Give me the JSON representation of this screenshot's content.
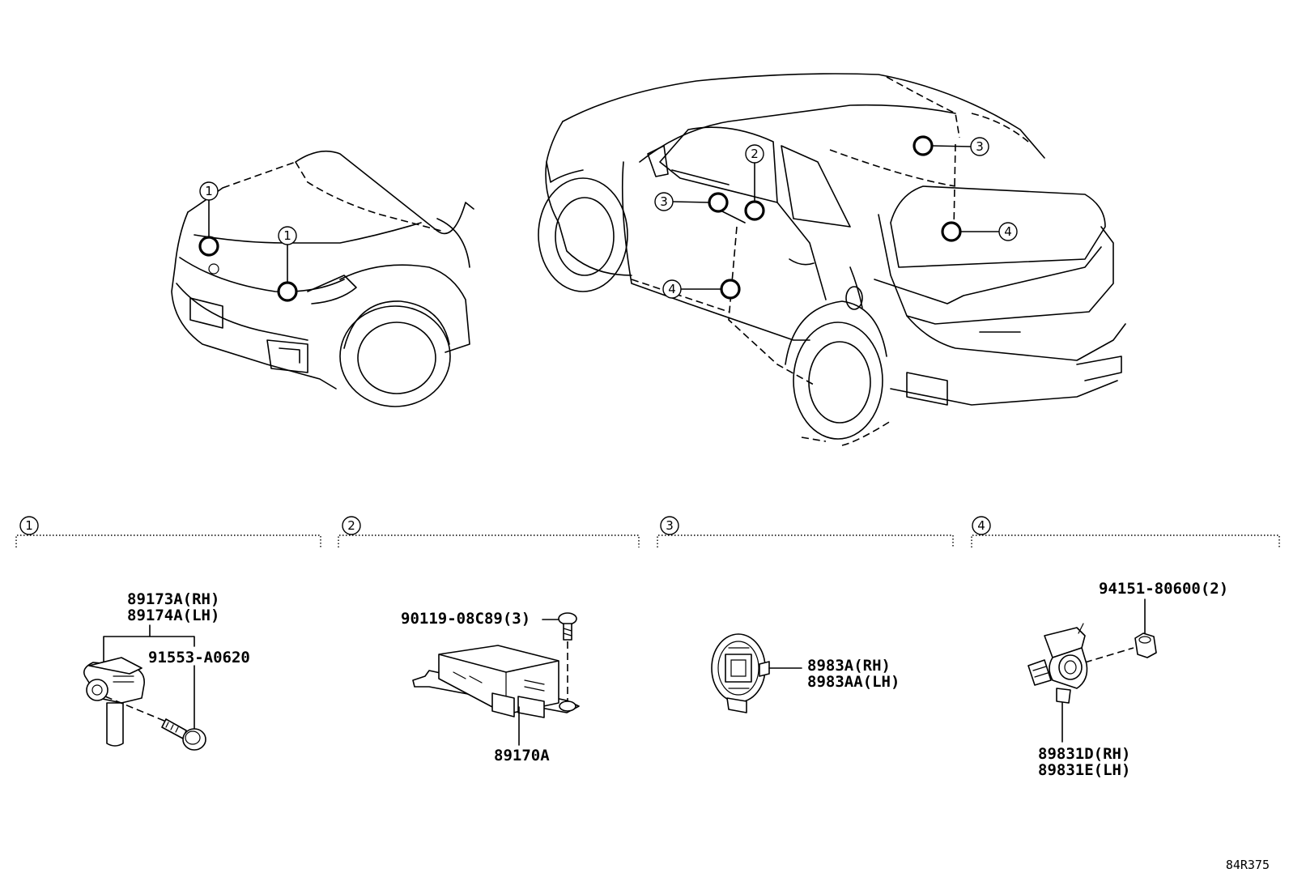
{
  "callouts": {
    "c1": "1",
    "c2": "2",
    "c3": "3",
    "c4": "4"
  },
  "sections": {
    "s1": {
      "number": "1"
    },
    "s2": {
      "number": "2"
    },
    "s3": {
      "number": "3"
    },
    "s4": {
      "number": "4"
    }
  },
  "parts": {
    "front_sensor_rh": "89173A(RH)",
    "front_sensor_lh": "89174A(LH)",
    "front_sensor_bolt": "91553-A0620",
    "airbag_ecu_bolt": "90119-08C89(3)",
    "airbag_ecu": "89170A",
    "side_sensor_rh": "8983A(RH)",
    "side_sensor_lh": "8983AA(LH)",
    "rear_sensor_nut": "94151-80600(2)",
    "rear_sensor_rh": "89831D(RH)",
    "rear_sensor_lh": "89831E(LH)"
  },
  "diagram_ref": "84R375"
}
